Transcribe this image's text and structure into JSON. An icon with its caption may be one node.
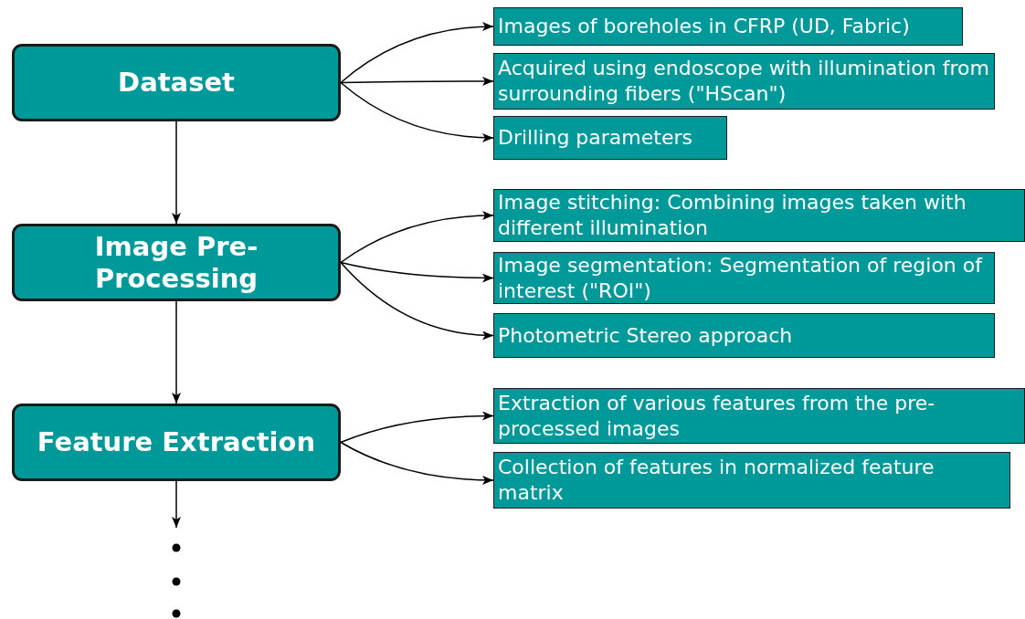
{
  "diagram": {
    "nodes": [
      {
        "text": [
          "Dataset"
        ]
      },
      {
        "text": [
          "Images of boreholes in CFRP (UD, Fabric)"
        ]
      },
      {
        "text": [
          "Acquired using endoscope with illumination from surrounding fibers (\"HScan\")"
        ]
      },
      {
        "text": [
          "Drilling parameters"
        ]
      },
      {
        "text": [
          "Image Pre-Processing"
        ]
      },
      {
        "text": [
          "Image stitching: Combining images taken with different illumination"
        ]
      },
      {
        "text": [
          "Image segmentation: Segmentation of region of interest (\"ROI\")"
        ]
      },
      {
        "text": [
          "Photometric Stereo approach"
        ]
      },
      {
        "text": [
          "Feature Extraction"
        ]
      },
      {
        "text": [
          "Extraction of various features from the pre-processed images"
        ]
      },
      {
        "text": [
          "Collection of features in normalized feature matrix"
        ]
      }
    ],
    "edges": [
      {
        "from": 0,
        "to": 1,
        "arrow": "to"
      },
      {
        "from": 0,
        "to": 2,
        "arrow": "to"
      },
      {
        "from": 0,
        "to": 3,
        "arrow": "to"
      },
      {
        "from": 0,
        "to": 4,
        "arrow": "to"
      },
      {
        "from": 4,
        "to": 5,
        "arrow": "to"
      },
      {
        "from": 4,
        "to": 6,
        "arrow": "to"
      },
      {
        "from": 4,
        "to": 7,
        "arrow": "to"
      },
      {
        "from": 4,
        "to": 8,
        "arrow": "to"
      },
      {
        "from": 8,
        "to": 9,
        "arrow": "to"
      },
      {
        "from": 8,
        "to": 10,
        "arrow": "to"
      },
      {
        "from": 8,
        "to": null,
        "arrow": "to"
      }
    ]
  }
}
